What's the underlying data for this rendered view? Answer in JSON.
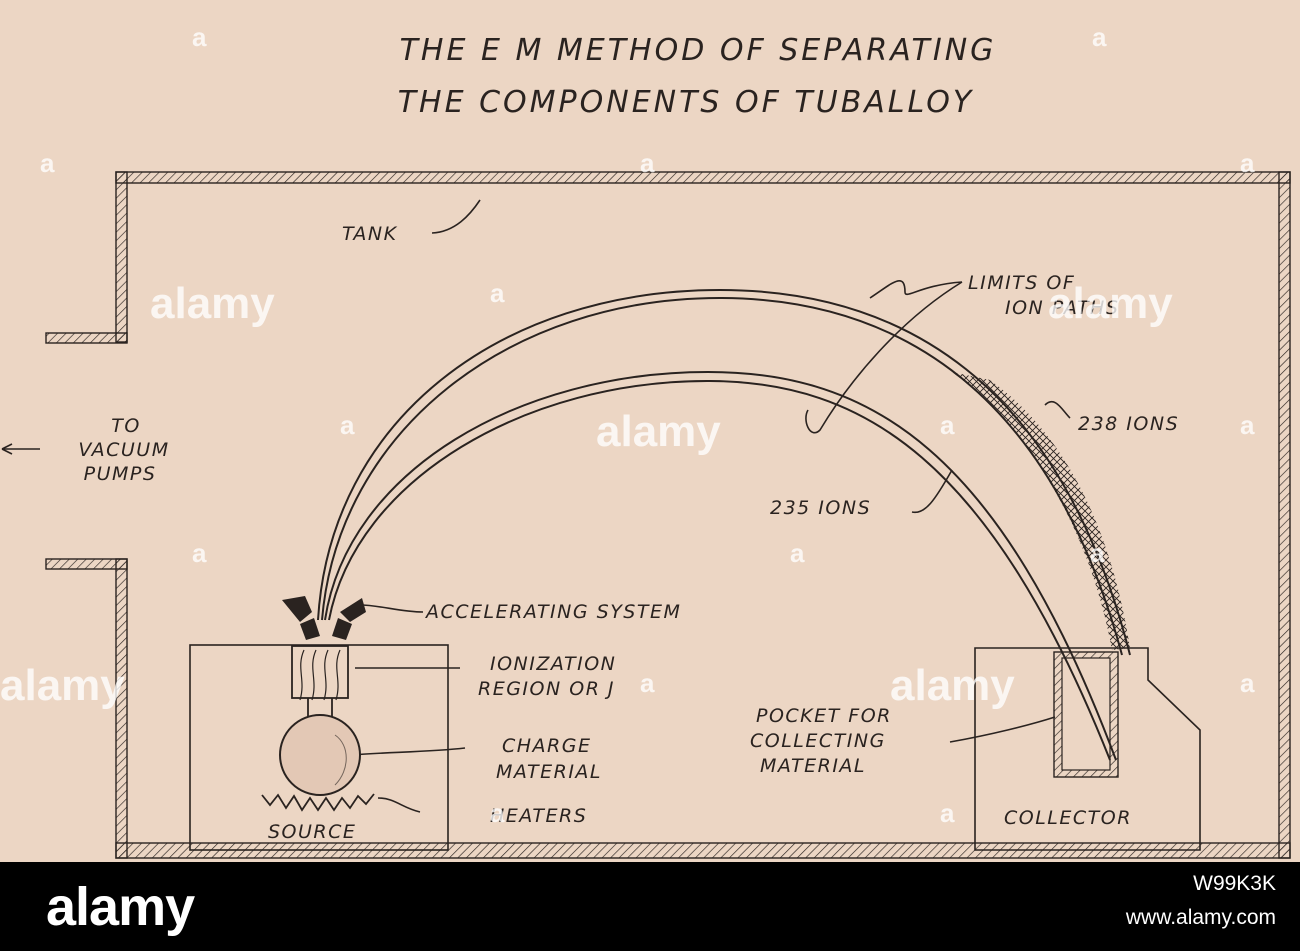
{
  "title": {
    "line1": "THE E M METHOD OF SEPARATING",
    "line2": "THE COMPONENTS OF TUBALLOY"
  },
  "labels": {
    "tank": "TANK",
    "limits_line1": "LIMITS OF",
    "limits_line2": "ION PATHS",
    "ions_238": "238 IONS",
    "ions_235": "235 IONS",
    "vacuum_line1": "TO",
    "vacuum_line2": "VACUUM",
    "vacuum_line3": "PUMPS",
    "accelerating": "ACCELERATING SYSTEM",
    "ionization_line1": "IONIZATION",
    "ionization_line2": "REGION OR J",
    "charge_line1": "CHARGE",
    "charge_line2": "MATERIAL",
    "heaters": "HEATERS",
    "source": "SOURCE",
    "pocket_line1": "POCKET FOR",
    "pocket_line2": "COLLECTING",
    "pocket_line3": "MATERIAL",
    "collector": "COLLECTOR"
  },
  "watermark": {
    "brand": "alamy",
    "glyph": "a"
  },
  "footer": {
    "logo": "alamy",
    "image_id": "W99K3K",
    "url": "www.alamy.com"
  },
  "colors": {
    "paper": "#ecd6c4",
    "ink": "#2a2320",
    "footer": "#000000"
  }
}
